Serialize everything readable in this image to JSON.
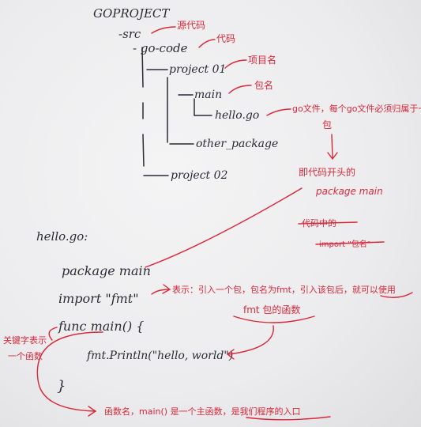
{
  "tree": {
    "root": "GOPROJECT",
    "src": "-src",
    "go_code": "- go-code",
    "project01": "project 01",
    "main": "main",
    "hello_go": "hello.go",
    "other_package": "other_package",
    "project02": "project 02"
  },
  "tree_notes": {
    "src": "源代码",
    "go_code": "代码",
    "project01": "项目名",
    "main": "包名",
    "hello_go": "go文件，每个go文件必须归属于一个",
    "hello_go_2": "包",
    "package_note": "即代码开头的",
    "package_main": "package main",
    "struck_1": "代码中的",
    "struck_2": "import \"包名\""
  },
  "code": {
    "filename": "hello.go:",
    "line_package": "package main",
    "line_import": "import \"fmt\"",
    "line_func": "func main() {",
    "line_println": "fmt.Println(\"hello, world\")",
    "line_close": "}"
  },
  "code_notes": {
    "import_note": "表示：引入一个包，包名为fmt，引入该包后，就可以使用",
    "fmt_funcs": "fmt 包的函数",
    "keyword_1": "关键字表示",
    "keyword_2": "一个函数",
    "main_note": "函数名，main() 是一个主函数，是我们程序的入口"
  },
  "colors": {
    "ink": "#2b2b35",
    "red_pen": "#d8283a",
    "paper": "#ececee"
  }
}
